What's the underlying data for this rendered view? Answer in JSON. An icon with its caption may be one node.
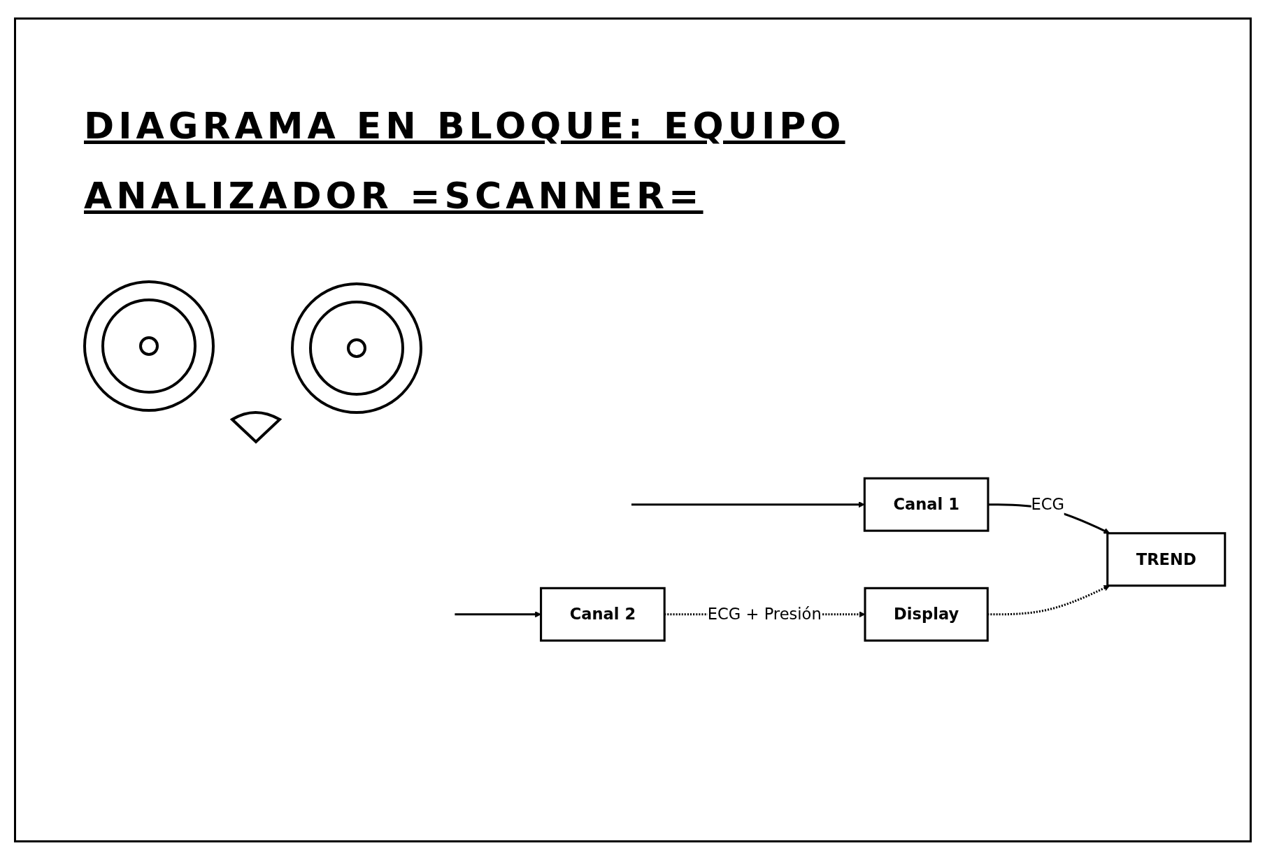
{
  "diagram": {
    "title": "DIAGRAMA EN BLOQUE: EQUIPO ANALIZADOR =SCANNER=",
    "nodes": [
      {
        "text": [
          "Canal 1"
        ]
      },
      {
        "text": [
          "TREND"
        ]
      },
      {
        "text": [
          "Canal 2"
        ]
      },
      {
        "text": [
          "Display"
        ]
      }
    ],
    "edges": [
      {
        "from": null,
        "to": 0,
        "arrow": "to"
      },
      {
        "from": 0,
        "to": 1,
        "arrow": "to",
        "label": "ECG"
      },
      {
        "from": null,
        "to": 2,
        "arrow": "to"
      },
      {
        "from": 2,
        "to": 3,
        "arrow": "to",
        "label": "ECG + Presión",
        "style": "dashed"
      },
      {
        "from": 3,
        "to": 1,
        "arrow": "to",
        "style": "dashed"
      }
    ]
  }
}
